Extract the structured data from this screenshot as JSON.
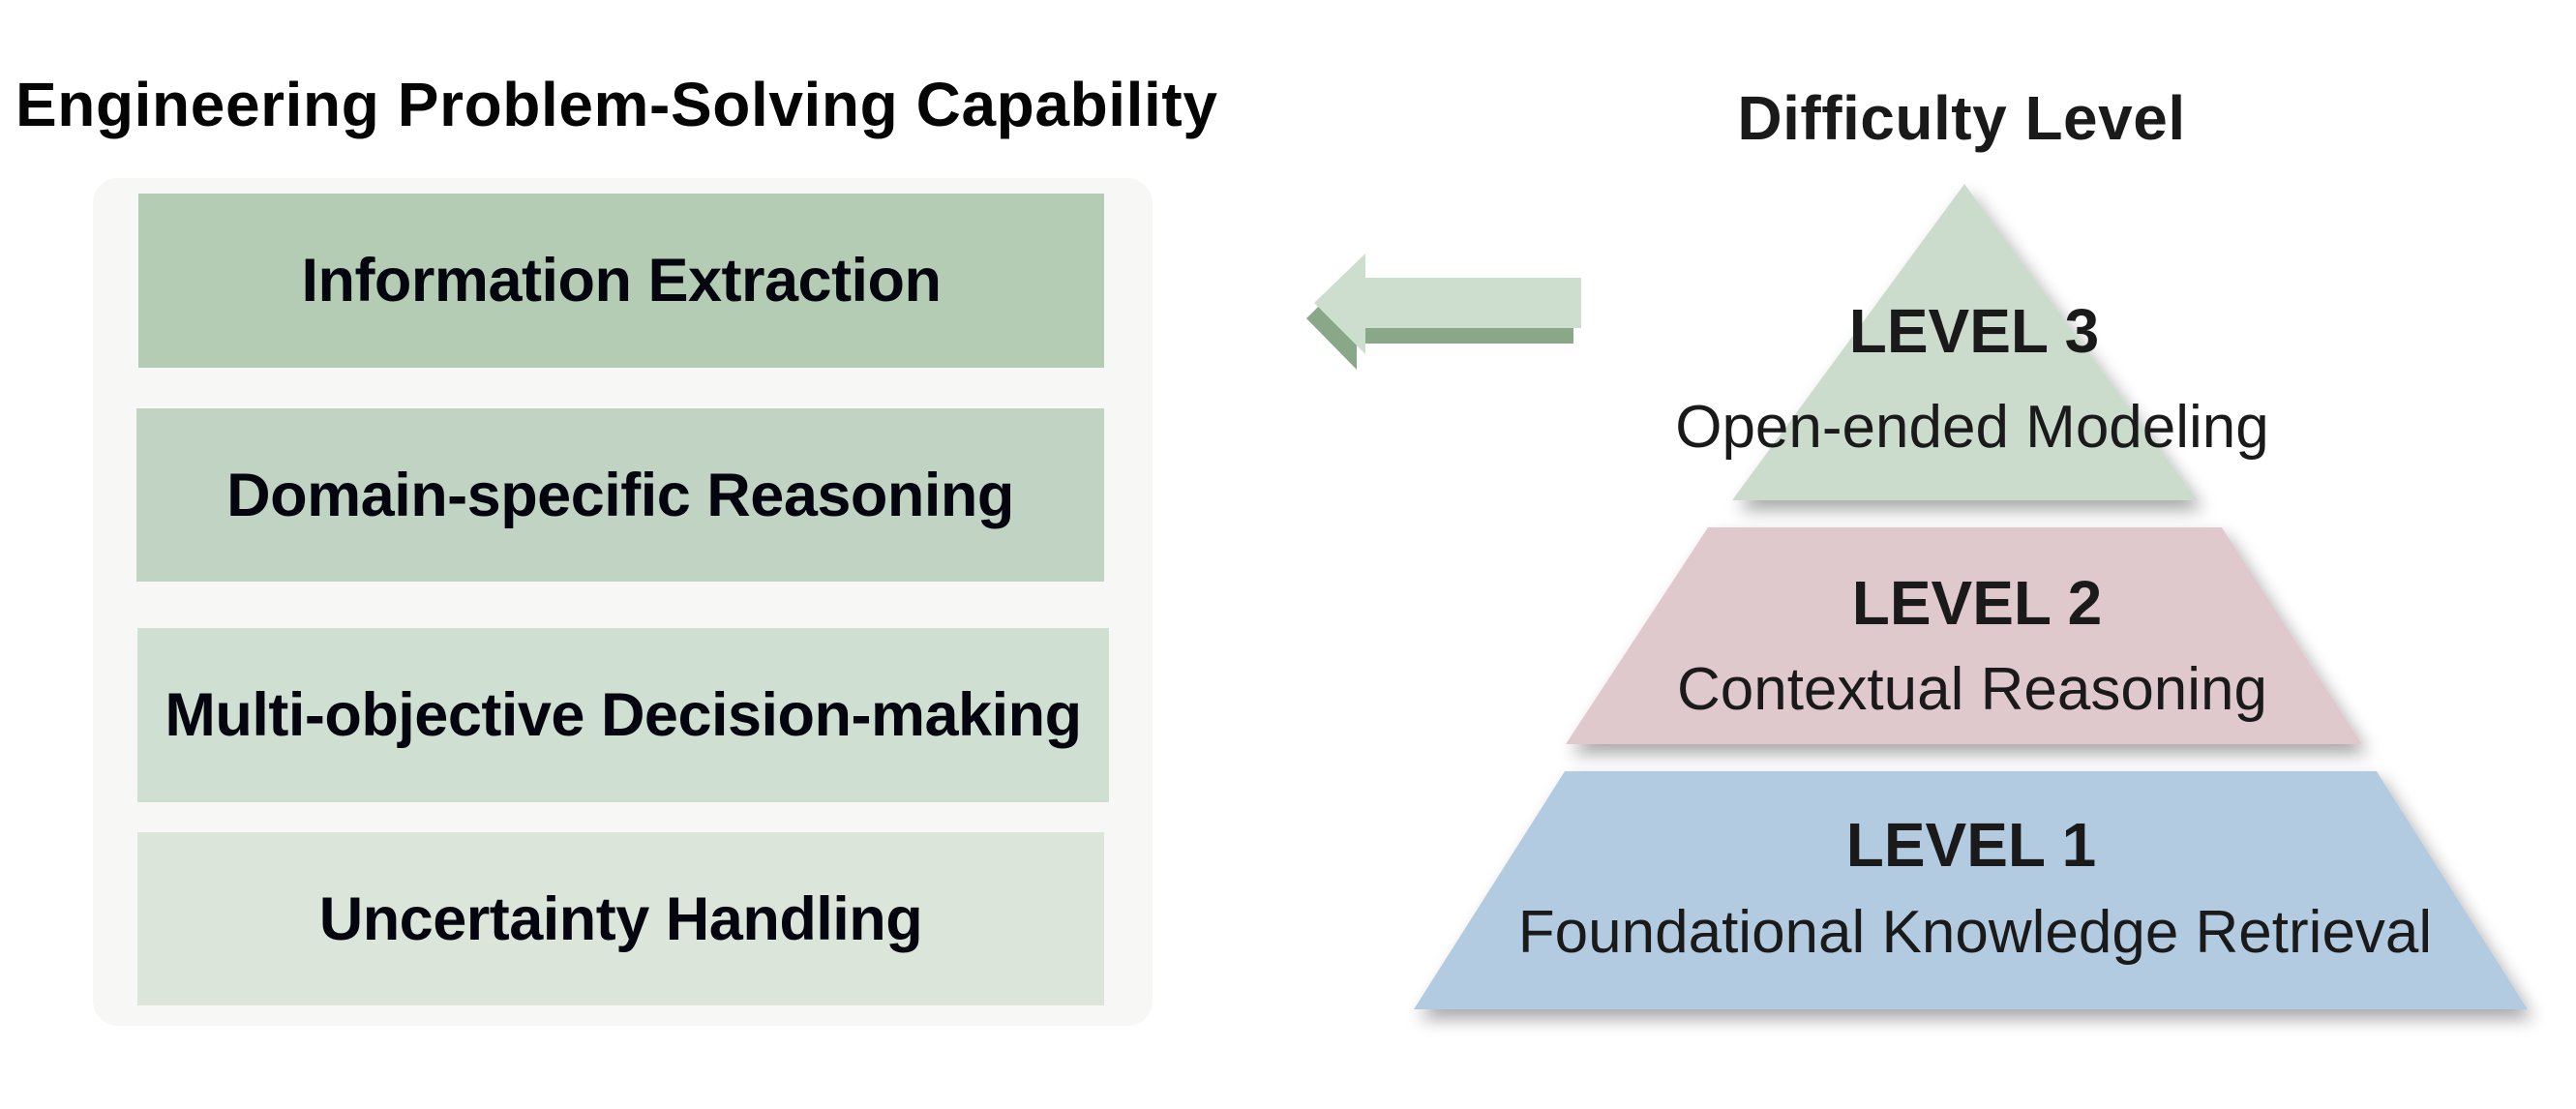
{
  "left": {
    "title": "Engineering Problem-Solving Capability",
    "capabilities": [
      {
        "label": "Information Extraction",
        "color": "#b4ccb4"
      },
      {
        "label": "Domain-specific Reasoning",
        "color": "#c1d4c4"
      },
      {
        "label": "Multi-objective Decision-making",
        "color": "#cfdfd1"
      },
      {
        "label": "Uncertainty Handling",
        "color": "#dbe5da"
      }
    ]
  },
  "arrow": {
    "direction": "left",
    "color": "#cddecf",
    "shadow_color": "#88a888"
  },
  "right": {
    "title": "Difficulty Level",
    "levels": [
      {
        "level": "LEVEL 3",
        "name": "Open-ended Modeling",
        "color": "#cbdccd"
      },
      {
        "level": "LEVEL 2",
        "name": "Contextual Reasoning",
        "color": "#e0c9cc"
      },
      {
        "level": "LEVEL 1",
        "name": "Foundational Knowledge Retrieval",
        "color": "#b3cbe0"
      }
    ]
  }
}
